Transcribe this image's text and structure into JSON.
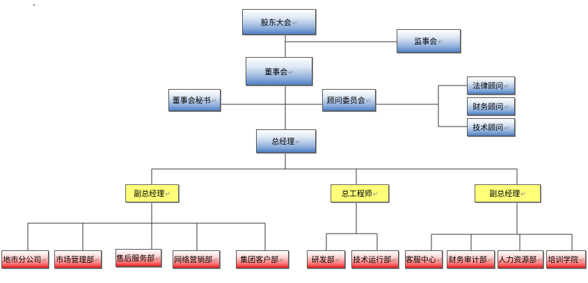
{
  "nodes": {
    "shareholders": "股东大会",
    "supervisory_board": "监事会",
    "board": "董事会",
    "board_secretary": "董事会秘书",
    "advisory_committee": "顾问委员会",
    "legal_advisor": "法律顾问",
    "finance_advisor": "财务顾问",
    "tech_advisor": "技术顾问",
    "general_manager": "总经理",
    "deputy_gm_left": "副总经理",
    "chief_engineer": "总工程师",
    "deputy_gm_right": "副总经理",
    "local_branch": "地市分公司",
    "market_dept": "市场管理部",
    "after_sales_dept": "售后服务部",
    "online_sales_dept": "网络营销部",
    "group_clients_dept": "集团客户部",
    "rd_dept": "研发部",
    "tech_ops_dept": "技术运行部",
    "service_center": "客服中心",
    "finance_audit_dept": "财务审计部",
    "hr_dept": "人力资源部",
    "training_school": "培训学院"
  },
  "paragraph_mark": "↵",
  "colors": {
    "blue_fill": "#4f7fc2",
    "yellow_fill": "#ffff7a",
    "red_fill": "#e81e1e",
    "line": "#333333"
  }
}
